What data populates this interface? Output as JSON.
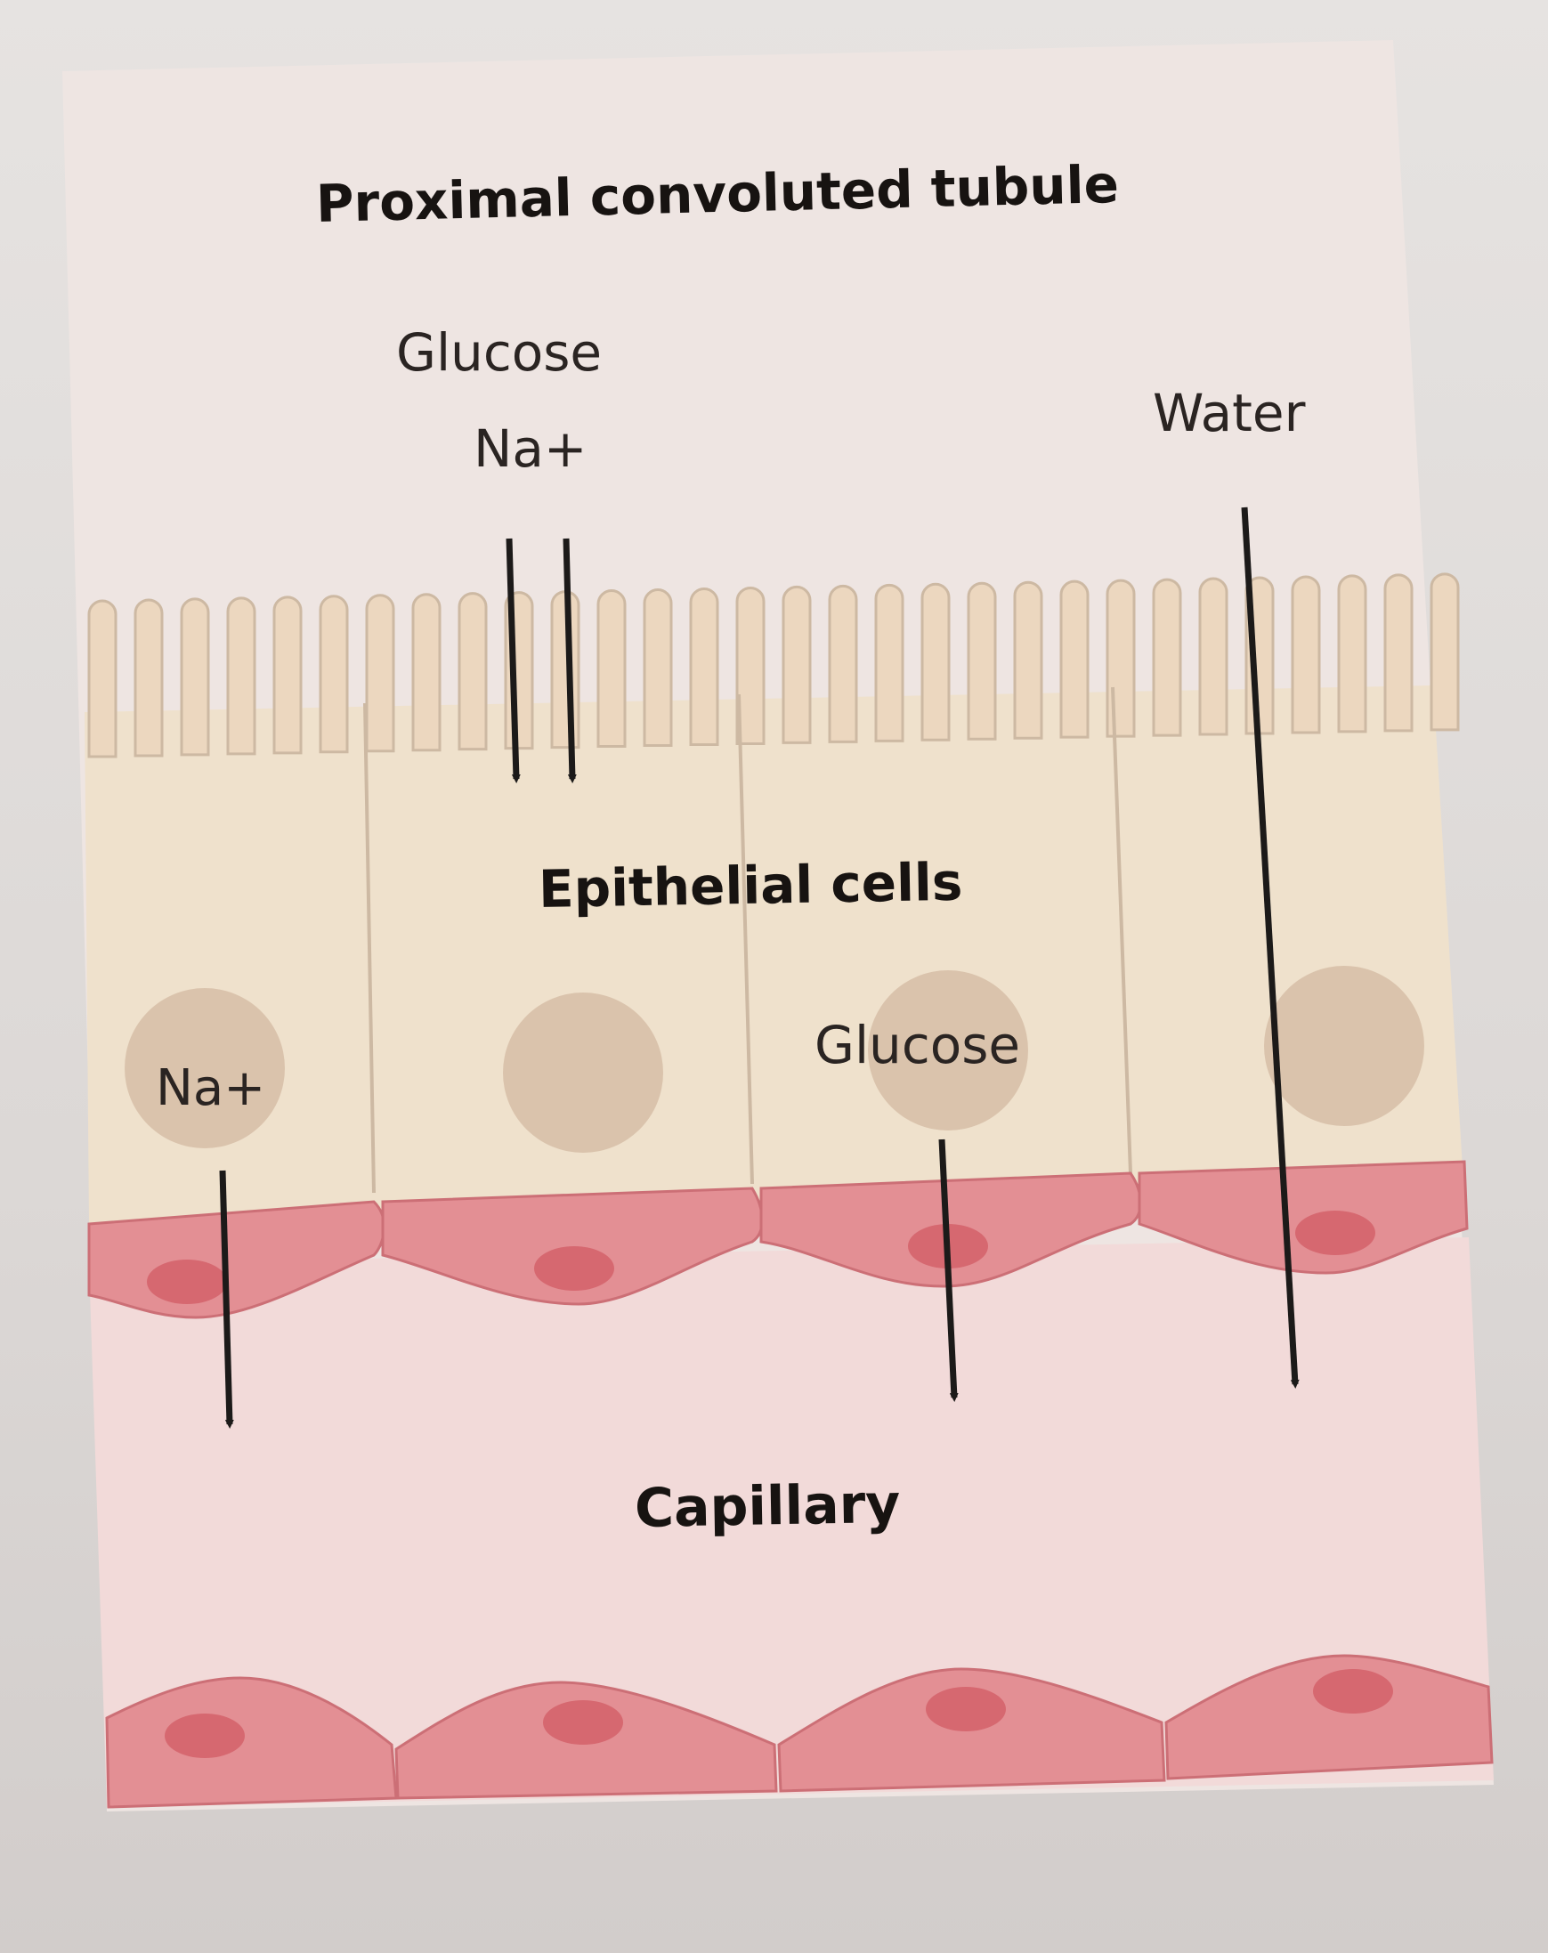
{
  "diagram": {
    "title": "Proximal convoluted tubule",
    "labels": {
      "glucose_lumen": "Glucose",
      "sodium_lumen": "Na+",
      "water": "Water",
      "epithelial_cells": "Epithelial cells",
      "glucose_cell": "Glucose",
      "sodium_cell": "Na+",
      "capillary": "Capillary"
    },
    "colors": {
      "lumen_background": "#eee5e2",
      "epithelial_cell": "#efe1cc",
      "microvilli": "#ecd7bf",
      "cell_border": "#cdb9a3",
      "nucleus": "#dac3ac",
      "endothelial_cell": "#e38f94",
      "endothelial_nucleus": "#d66870",
      "capillary_lumen": "#f2dad9",
      "arrow": "#1c1a19"
    }
  }
}
